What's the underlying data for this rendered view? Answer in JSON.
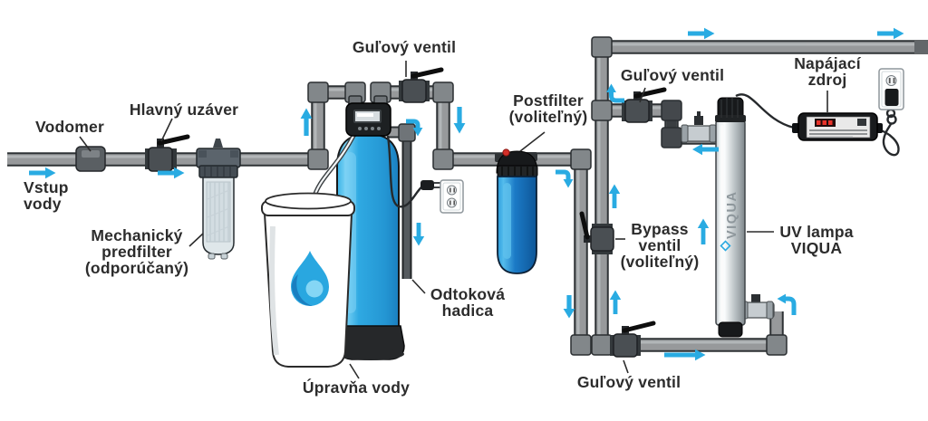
{
  "colors": {
    "arrow": "#29abe2",
    "pipe": "#97999b",
    "pipe_outline": "#2e3235",
    "tank_blue": "#2fa9e2",
    "postfilter_blue": "#1b7ac6",
    "text": "#2c2c2c"
  },
  "labels": {
    "water_inlet": "Vstup\nvody",
    "water_meter": "Vodomer",
    "main_shutoff": "Hlavný uzáver",
    "prefilter": "Mechanický\npredfilter\n(odporúčaný)",
    "ball_valve_top": "Guľový ventil",
    "softener": "Úpravňa vody",
    "drain_hose": "Odtoková\nhadica",
    "postfilter": "Postfilter\n(voliteľný)",
    "ball_valve_right": "Guľový ventil",
    "power_supply": "Napájací\nzdroj",
    "bypass_valve": "Bypass\nventil\n(voliteľný)",
    "uv_lamp": "UV lampa\nVIQUA",
    "ball_valve_bottom": "Guľový ventil",
    "uv_brand": "VIQUA"
  }
}
